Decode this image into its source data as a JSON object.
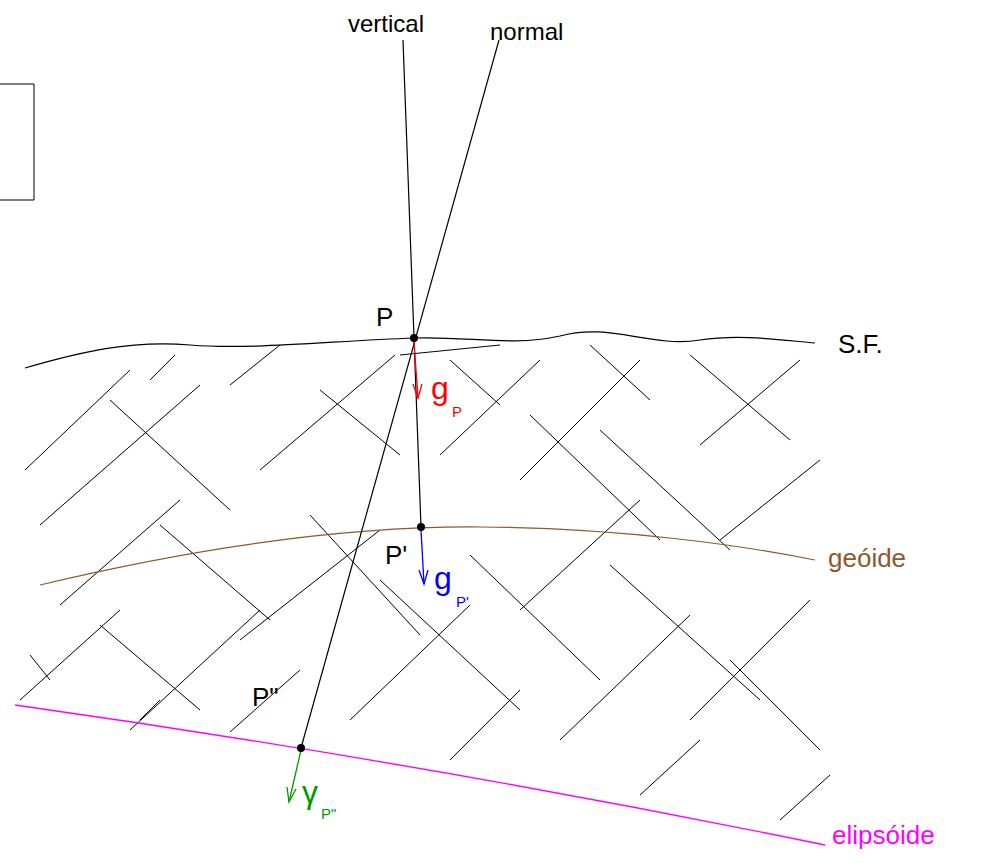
{
  "diagram": {
    "labels": [
      "vertical",
      "normal",
      "P",
      "S.F.",
      "g",
      "P",
      "P'",
      "g",
      "P'",
      "geóide",
      "P\"",
      "γ",
      "P\"",
      "elipsóide"
    ]
  }
}
